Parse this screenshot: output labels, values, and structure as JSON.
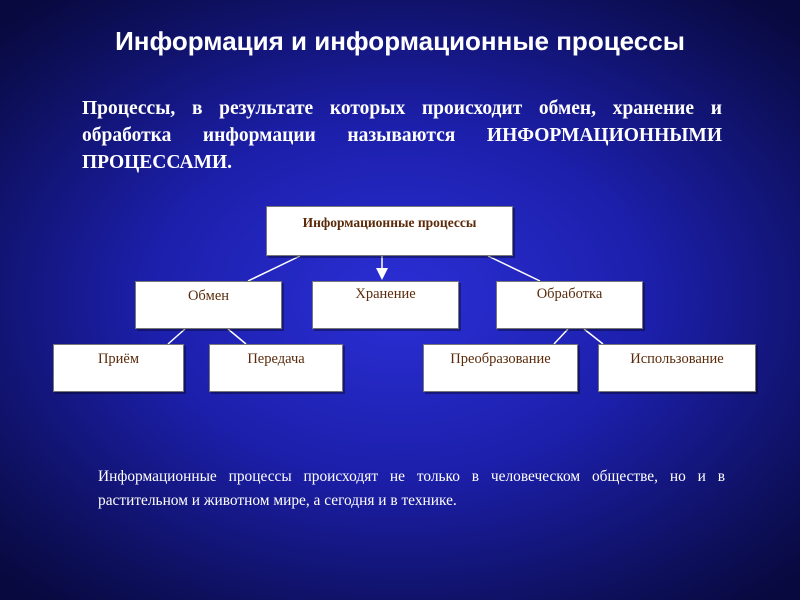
{
  "title": "Информация и информационные процессы",
  "definition": "Процессы, в результате которых происходит обмен, хранение и обработка информации называются ИНФОРМАЦИОННЫМИ ПРОЦЕССАМИ.",
  "diagram": {
    "root": "Информационные процессы",
    "level1": [
      "Обмен",
      "Хранение",
      "Обработка"
    ],
    "level2_exchange": [
      "Приём",
      "Передача"
    ],
    "level2_processing": [
      "Преобразование",
      "Использование"
    ]
  },
  "footnote": "Информационные процессы происходят не только в человеческом обществе, но и в растительном и животном мире, а сегодня и в технике.",
  "colors": {
    "background": "#1c1faa",
    "box_fill": "#ffffff",
    "box_text": "#5a2a0a",
    "connector": "#ffffff"
  }
}
